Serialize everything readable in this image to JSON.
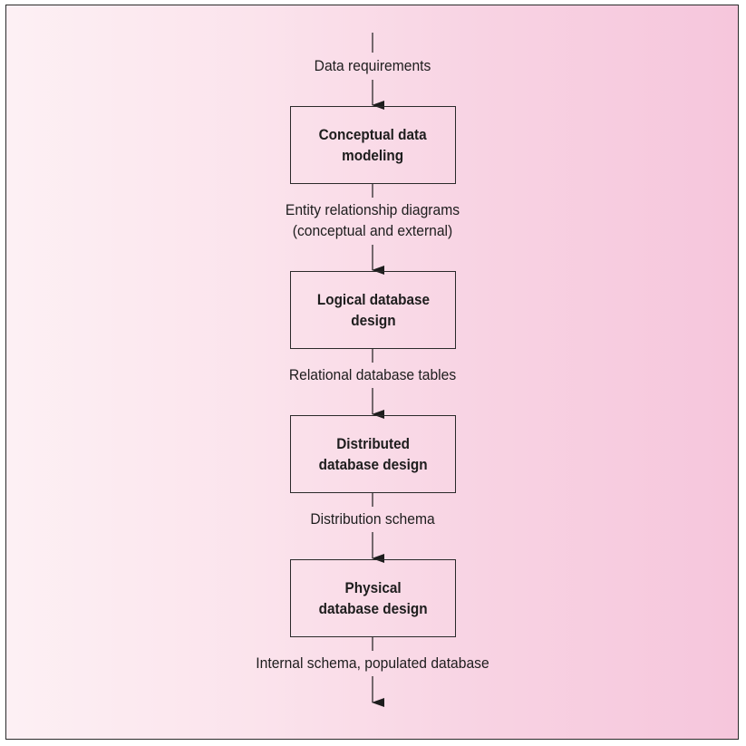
{
  "nodes": [
    {
      "id": "conceptual",
      "label": "Conceptual data\nmodeling"
    },
    {
      "id": "logical",
      "label": "Logical database\ndesign"
    },
    {
      "id": "distributed",
      "label": "Distributed\ndatabase design"
    },
    {
      "id": "physical",
      "label": "Physical\ndatabase design"
    }
  ],
  "edges": [
    {
      "from": "",
      "to": "conceptual",
      "label": "Data requirements"
    },
    {
      "from": "conceptual",
      "to": "logical",
      "label": "Entity relationship diagrams\n(conceptual and external)"
    },
    {
      "from": "logical",
      "to": "distributed",
      "label": "Relational database tables"
    },
    {
      "from": "distributed",
      "to": "physical",
      "label": "Distribution schema"
    },
    {
      "from": "physical",
      "to": "",
      "label": "Internal schema, populated database"
    }
  ]
}
